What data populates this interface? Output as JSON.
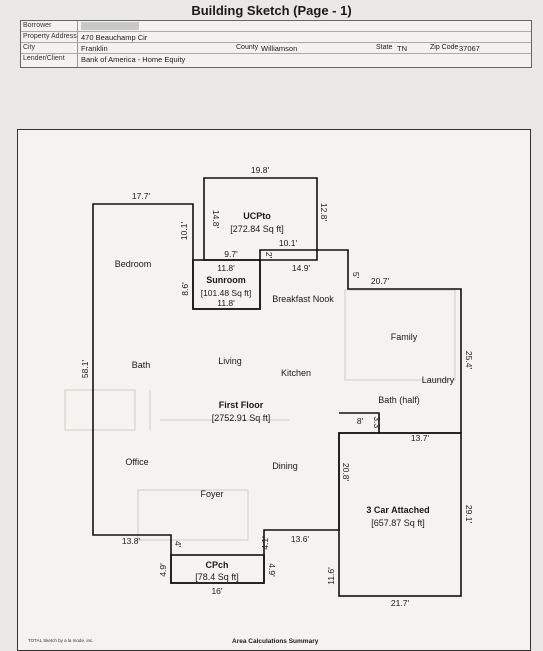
{
  "header": {
    "title": "Building Sketch (Page - 1)"
  },
  "info": {
    "borrower_label": "Borrower",
    "property_address_label": "Property Address",
    "property_address": "470 Beauchamp Cir",
    "city_label": "City",
    "city": "Franklin",
    "county_label": "County",
    "county": "Williamson",
    "state_label": "State",
    "state": "TN",
    "zip_label": "Zip Code",
    "zip": "37067",
    "lender_label": "Lender/Client",
    "lender": "Bank of America - Home Equity"
  },
  "sketch": {
    "areas": {
      "ucpto": {
        "name": "UCPto",
        "area": "[272.84 Sq ft]"
      },
      "sunroom": {
        "name": "Sunroom",
        "area": "[101.48 Sq ft]"
      },
      "first_floor": {
        "name": "First Floor",
        "area": "[2752.91 Sq ft]"
      },
      "garage": {
        "name": "3 Car Attached",
        "area": "[657.87 Sq ft]"
      },
      "cpch": {
        "name": "CPch",
        "area": "[78.4 Sq ft]"
      }
    },
    "rooms": {
      "bedroom": "Bedroom",
      "breakfast_nook": "Breakfast Nook",
      "family": "Family",
      "laundry": "Laundry",
      "bath": "Bath",
      "living": "Living",
      "kitchen": "Kitchen",
      "bath_half": "Bath (half)",
      "office": "Office",
      "dining": "Dining",
      "foyer": "Foyer"
    },
    "dimensions": {
      "d19_8": "19.8'",
      "d17_7": "17.7'",
      "d10_1a": "10.1'",
      "d14_8": "14.8'",
      "d12_8": "12.8'",
      "d9_7": "9.7'",
      "d10_1b": "10.1'",
      "d2": "2'",
      "d11_8a": "11.8'",
      "d14_9": "14.9'",
      "d5": "5'",
      "d20_7": "20.7'",
      "d8_6": "8.6'",
      "d11_8b": "11.8'",
      "d58_1": "58.1'",
      "d25_4": "25.4'",
      "d8": "8'",
      "d3_3": "3.3'",
      "d13_7": "13.7'",
      "d20_8": "20.8'",
      "d29_1": "29.1'",
      "d13_8": "13.8'",
      "d4a": "4'",
      "d4_1": "4.1'",
      "d13_6": "13.6'",
      "d4_9a": "4.9'",
      "d4_9b": "4.9'",
      "d11_6": "11.6'",
      "d16": "16'",
      "d21_7": "21.7'"
    }
  },
  "footer": {
    "software": "TOTAL Sketch by a la mode, inc.",
    "summary": "Area Calculations Summary"
  }
}
